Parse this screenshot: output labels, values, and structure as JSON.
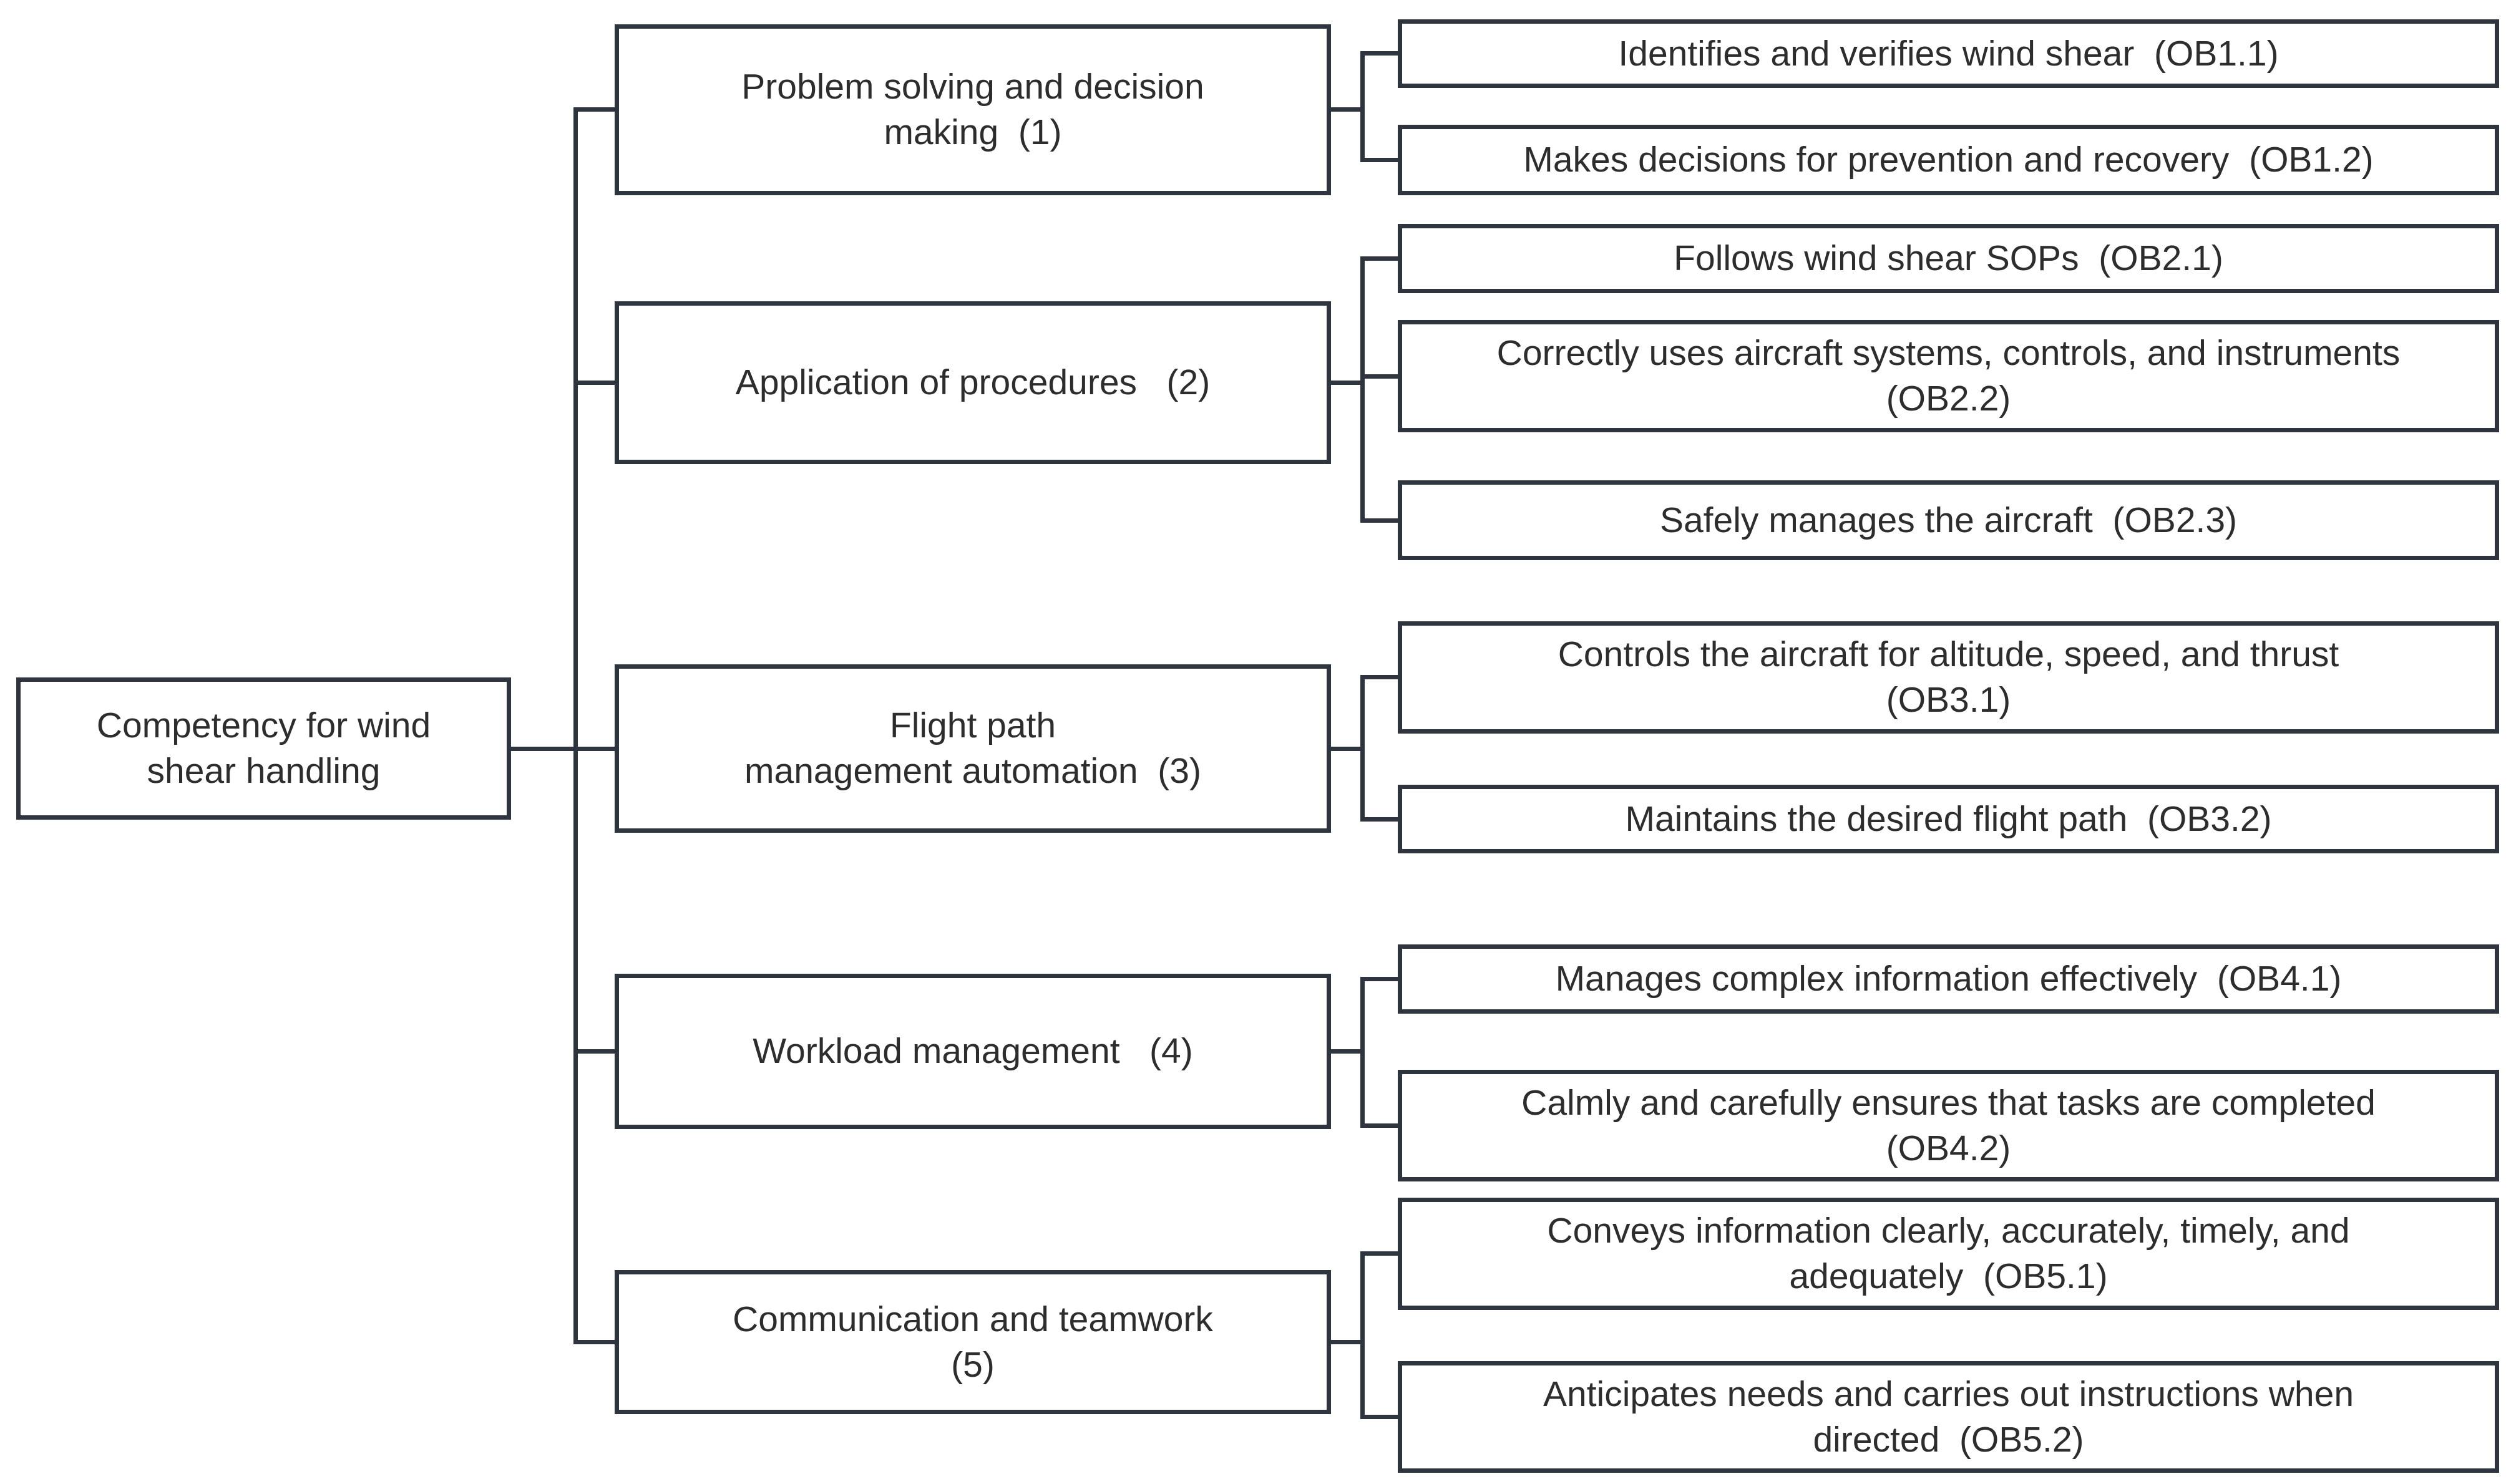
{
  "style": {
    "line_color": "#2e353e",
    "box_border_color": "#2e353e",
    "text_color": "#2d2d2d",
    "background_color": "#ffffff"
  },
  "diagram": {
    "root": {
      "label": "Competency for wind\nshear handling"
    },
    "competencies": [
      {
        "number": "1",
        "label": "Problem solving and decision\nmaking  (1)",
        "behaviors": [
          {
            "code": "OB1.1",
            "label": "Identifies and verifies wind shear  (OB1.1)"
          },
          {
            "code": "OB1.2",
            "label": "Makes decisions for prevention and recovery  (OB1.2)"
          }
        ]
      },
      {
        "number": "2",
        "label": "Application of procedures   (2)",
        "behaviors": [
          {
            "code": "OB2.1",
            "label": "Follows wind shear SOPs  (OB2.1)"
          },
          {
            "code": "OB2.2",
            "label": "Correctly uses aircraft systems, controls, and instruments\n(OB2.2)"
          },
          {
            "code": "OB2.3",
            "label": "Safely manages the aircraft  (OB2.3)"
          }
        ]
      },
      {
        "number": "3",
        "label": "Flight path\nmanagement automation  (3)",
        "behaviors": [
          {
            "code": "OB3.1",
            "label": "Controls the aircraft for altitude, speed, and thrust\n(OB3.1)"
          },
          {
            "code": "OB3.2",
            "label": "Maintains the desired flight path  (OB3.2)"
          }
        ]
      },
      {
        "number": "4",
        "label": "Workload management   (4)",
        "behaviors": [
          {
            "code": "OB4.1",
            "label": "Manages complex information effectively  (OB4.1)"
          },
          {
            "code": "OB4.2",
            "label": "Calmly and carefully ensures that tasks are completed\n(OB4.2)"
          }
        ]
      },
      {
        "number": "5",
        "label": "Communication and teamwork\n(5)",
        "behaviors": [
          {
            "code": "OB5.1",
            "label": "Conveys information clearly, accurately, timely, and\nadequately  (OB5.1)"
          },
          {
            "code": "OB5.2",
            "label": "Anticipates needs and carries out instructions when\ndirected  (OB5.2)"
          }
        ]
      }
    ]
  }
}
